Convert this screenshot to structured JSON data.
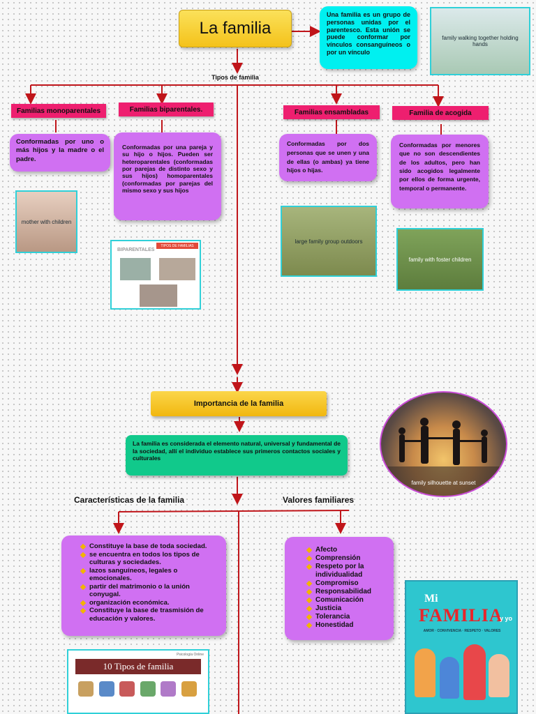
{
  "title": "La familia",
  "definition": "Una familia es un grupo de personas unidas por el parentesco. Esta unión se puede conformar por vínculos consanguíneos o por un vínculo",
  "types_label": "Tipos de familia",
  "types": [
    {
      "label": "Familias monoparentales",
      "desc": "Conformadas por uno o más hijos y la madre o el padre."
    },
    {
      "label": "Familias biparentales.",
      "desc": "Conformadas por una pareja y su hijo o hijos. Pueden ser heteroparentales (conformadas por parejas de distinto sexo y sus hijos) homoparentales (conformadas por parejas del mismo sexo y sus hijos"
    },
    {
      "label": "Familias ensambladas",
      "desc": "Conformadas por dos personas que se unen y una de ellas (o ambas) ya tiene hijos o hijas."
    },
    {
      "label": "Familia de acogida",
      "desc": "Conformadas por menores que no son descendientes de los adultos, pero han sido acogidos legalmente por ellos de forma urgente, temporal o permanente."
    }
  ],
  "images": {
    "hero": "family walking together holding hands",
    "mono": "mother with children",
    "bip": {
      "left": "BIPARENTALES",
      "right": "TIPOS DE FAMILIAS"
    },
    "ensambladas": "large family group outdoors",
    "acogida": "family with foster children",
    "sunset": "family silhouette at sunset",
    "tipos": {
      "title": "10 Tipos de familia",
      "brand": "Psicología Online"
    },
    "book": {
      "mi": "Mi",
      "familia": "FAMILIA",
      "y": "y yo",
      "sub": "AMOR · CONVIVENCIA · RESPETO · VALORES"
    }
  },
  "importance": {
    "title": "Importancia de la familia",
    "text": "La familia es considerada el elemento natural, universal y fundamental de la sociedad, allí el individuo establece sus primeros contactos sociales y culturales"
  },
  "characteristics": {
    "heading": "Características de la familia",
    "items": [
      "Constituye la base de toda sociedad.",
      "se encuentra en todos los tipos de culturas y sociedades.",
      "lazos sanguíneos, legales o emocionales.",
      "partir del matrimonio o la unión conyugal.",
      "organización económica.",
      "Constituye la base de trasmisión de educación y valores."
    ]
  },
  "values": {
    "heading": "Valores familiares",
    "items": [
      "Afecto",
      "Comprensión",
      "Respeto por la individualidad",
      "Compromiso",
      "Responsabilidad",
      "Comunicación",
      "Justicia",
      "Tolerancia",
      "Honestidad"
    ]
  },
  "colors": {
    "connector": "#c0151a",
    "pink": "#ee1f6f",
    "purple": "#d070f2",
    "cyan": "#00f0f0",
    "green": "#11c98b",
    "yellow": "#f4c21a"
  }
}
